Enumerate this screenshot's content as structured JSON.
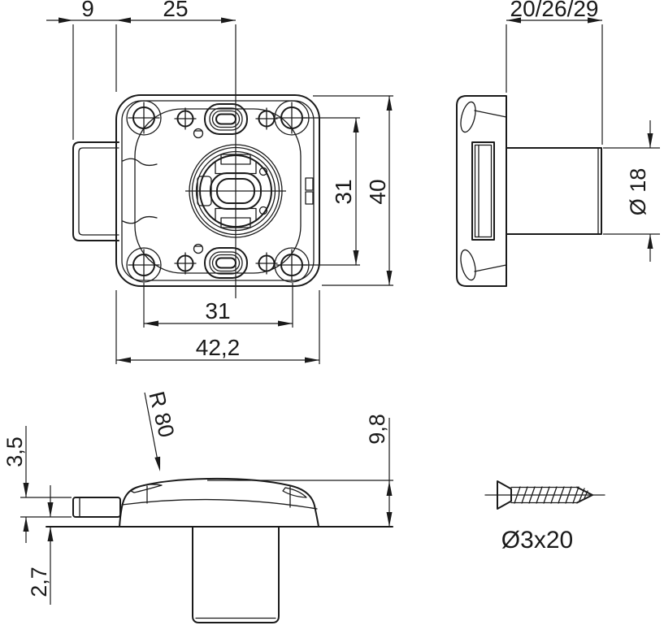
{
  "title": "Cabinet lock technical drawing",
  "colors": {
    "line": "#1a1a1a",
    "background": "#ffffff"
  },
  "views": {
    "front": "front view",
    "side": "side view",
    "profile": "profile view",
    "screw": "mounting screw"
  },
  "dims": {
    "bolt_offset": "9",
    "cylinder_offset": "25",
    "hole_spacing_h": "31",
    "body_width": "42,2",
    "hole_spacing_v": "31",
    "body_height": "40",
    "cylinder_lengths": "20/26/29",
    "cylinder_diameter": "Ø 18",
    "cap_radius": "R 80",
    "cap_height": "9,8",
    "bolt_thickness": "3,5",
    "bolt_clearance": "2,7",
    "screw_size": "Ø3x20"
  }
}
